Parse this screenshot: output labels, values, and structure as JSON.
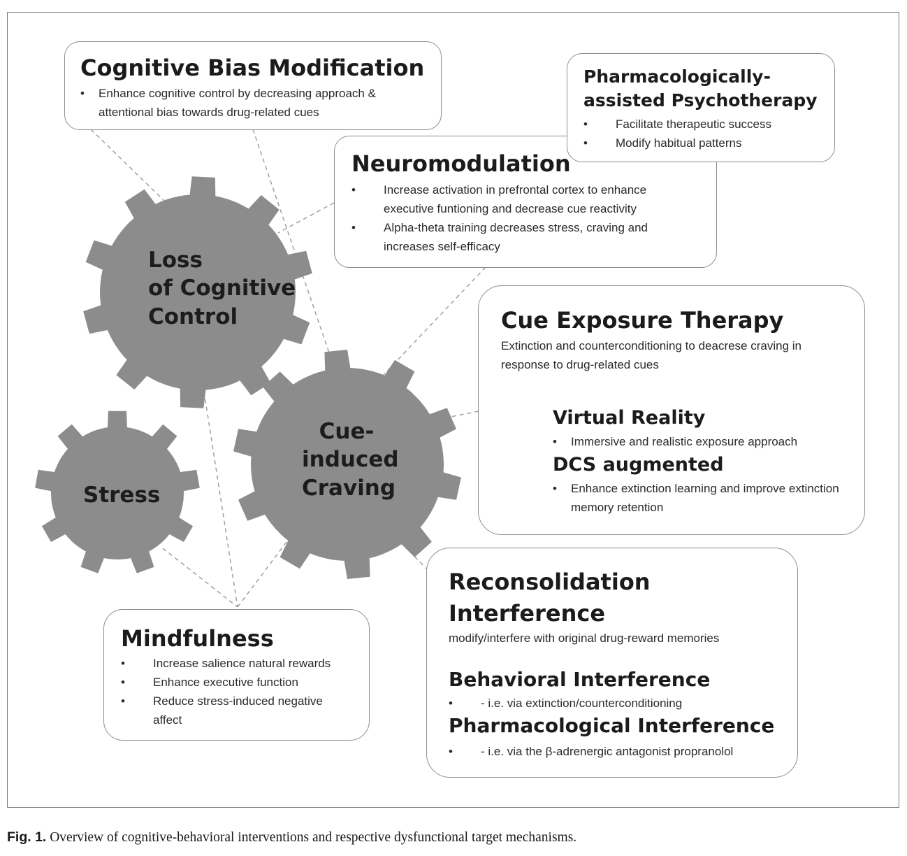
{
  "gears": {
    "loss": {
      "label_lines": [
        "Loss",
        "of Cognitive",
        "Control"
      ]
    },
    "stress": {
      "label_lines": [
        "Stress"
      ]
    },
    "cue": {
      "label_lines": [
        "Cue-",
        "induced",
        "Craving"
      ]
    }
  },
  "boxes": {
    "cbm": {
      "title": "Cognitive Bias Modification",
      "bullets": [
        "Enhance cognitive control  by decreasing approach & attentional bias towards drug-related cues"
      ]
    },
    "papt": {
      "title_lines": [
        "Pharmacologically-",
        "assisted Psychotherapy"
      ],
      "bullets": [
        "Facilitate therapeutic success",
        "Modify habitual patterns"
      ]
    },
    "neuro": {
      "title": "Neuromodulation",
      "bullets": [
        "Increase activation in prefrontal cortex to enhance executive funtioning and decrease cue reactivity",
        "Alpha-theta training decreases stress, craving and increases self-efficacy"
      ]
    },
    "cet": {
      "title": "Cue Exposure Therapy",
      "text": "Extinction and counterconditioning to deacrese craving in response to drug-related cues",
      "vr_title": "Virtual Reality",
      "vr_bullets": [
        "Immersive and realistic exposure approach"
      ],
      "dcs_title": "DCS augmented",
      "dcs_bullets": [
        "Enhance extinction learning and improve extinction memory retention"
      ]
    },
    "mind": {
      "title": "Mindfulness",
      "bullets": [
        "Increase salience natural rewards",
        "Enhance executive function",
        "Reduce stress-induced negative affect"
      ]
    },
    "recon": {
      "title_lines": [
        "Reconsolidation",
        "Interference"
      ],
      "text": "modify/interfere with original drug-reward memories",
      "beh_title": "Behavioral Interference",
      "beh_bullets": [
        "- i.e. via extinction/counterconditioning"
      ],
      "pharm_title": "Pharmacological Interference",
      "pharm_bullets": [
        "- i.e. via the β-adrenergic antagonist propranolol"
      ]
    }
  },
  "caption": {
    "label": "Fig. 1.",
    "text": "Overview of cognitive-behavioral interventions and respective dysfunctional target mechanisms."
  },
  "colors": {
    "gear": "#8c8c8c",
    "border": "#8f8f8f",
    "connector": "#9a9a9a",
    "frame": "#7a7a7a"
  },
  "bullet_glyph": "•"
}
